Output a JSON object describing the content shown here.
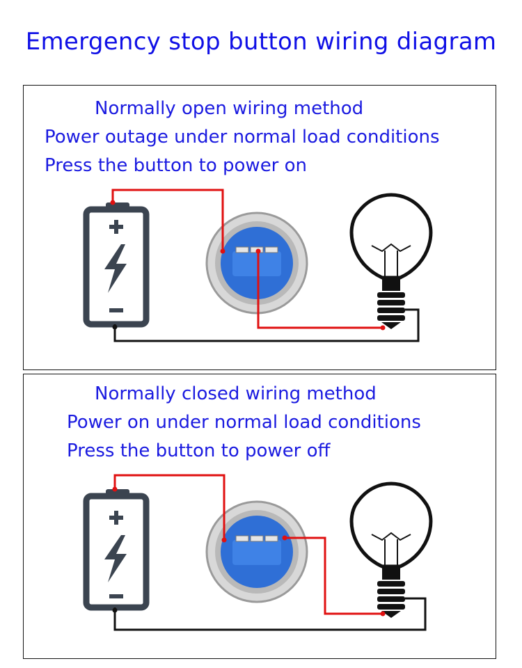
{
  "title": "Emergency stop button wiring diagram",
  "panels": [
    {
      "heading": "Normally open wiring method",
      "line1": "Power outage under normal load conditions",
      "line2": "Press the button to power on"
    },
    {
      "heading": "Normally closed wiring method",
      "line1": "Power on under normal load conditions",
      "line2": "Press the button to power off"
    }
  ],
  "colors": {
    "title_text": "#1010e6",
    "body_text": "#1a1ae0",
    "wire_positive": "#e01010",
    "wire_negative": "#111111",
    "battery": "#3b4450",
    "switch_body": "#2f6fd6",
    "bulb": "#111111"
  },
  "icons": [
    "battery-icon",
    "plus-sign-icon",
    "lightning-bolt-icon",
    "minus-sign-icon",
    "push-button-switch-icon",
    "light-bulb-icon"
  ]
}
